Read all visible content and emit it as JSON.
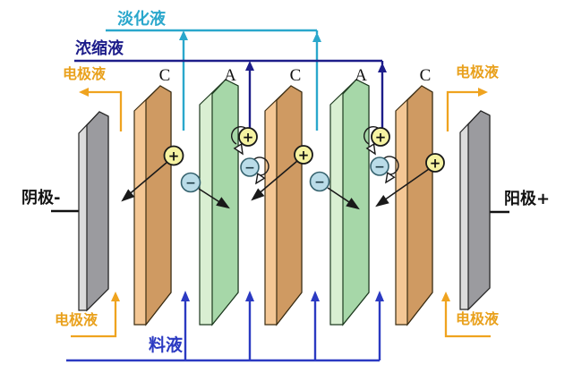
{
  "labels": {
    "dilute": "淡化液",
    "concentrate": "浓缩液",
    "electrode_liquid": "电极液",
    "feed": "料液",
    "cathode": "阴极-",
    "anode": "阳极+"
  },
  "membranes": [
    "C",
    "A",
    "C",
    "A",
    "C"
  ],
  "ions": {
    "plus": "+",
    "minus": "−"
  },
  "colors": {
    "dilute_line": "#2AA7CC",
    "concentrate_line": "#1D1D8A",
    "feed_line": "#2B3AC2",
    "electrode_liquid_line": "#EFA31F",
    "cation_circle": "#F6F3A2",
    "anion_circle": "#BADCE8",
    "membrane_c_face": "#CF9A62",
    "membrane_c_edge": "#F4C795",
    "membrane_a_face": "#A6D7A8",
    "membrane_a_edge": "#D9EFD2",
    "electrode_face": "#9B9B9F",
    "electrode_edge": "#DCDCDC"
  }
}
